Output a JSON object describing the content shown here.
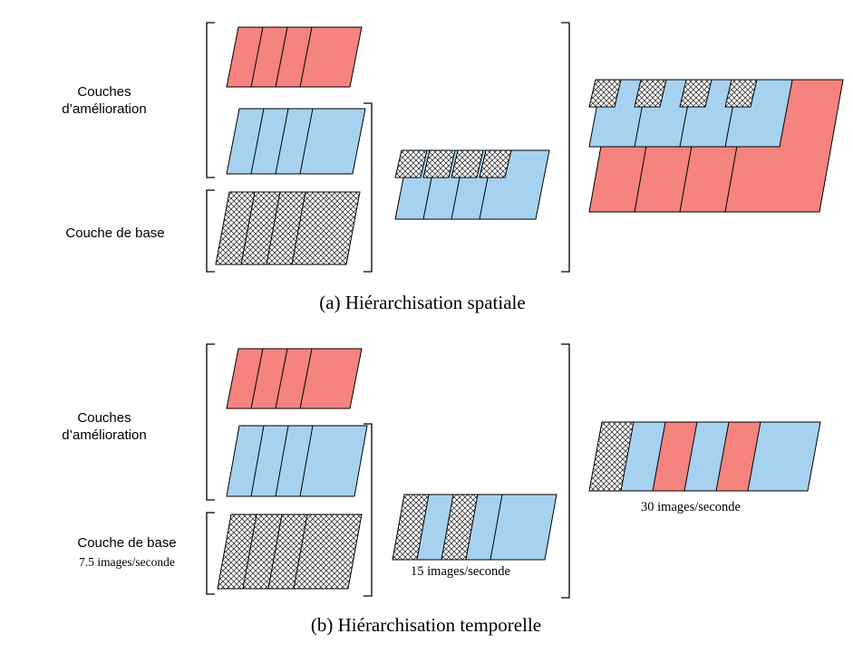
{
  "figure_title": "Hierarchisation figure",
  "colors": {
    "red": "#F5837E",
    "blue": "#A6D2F0",
    "white": "#FFFFFF",
    "outline": "#000000",
    "hatch_line": "#1a1a1a"
  },
  "sections": {
    "a": {
      "enhancement_label_line1": "Couches",
      "enhancement_label_line2": "d’amélioration",
      "base_label": "Couche de base",
      "caption": "(a) Hiérarchisation spatiale",
      "stacks": {
        "enhancement2": {
          "pattern": [
            "red",
            "red",
            "red",
            "red"
          ]
        },
        "enhancement1": {
          "pattern": [
            "blue",
            "blue",
            "blue",
            "blue"
          ]
        },
        "base": {
          "pattern": [
            "hatch",
            "hatch",
            "hatch",
            "hatch"
          ]
        },
        "combined_mid": {
          "count": 4,
          "layers": [
            "blue",
            "hatch"
          ]
        },
        "combined_full": {
          "count": 4,
          "layers": [
            "red",
            "blue",
            "hatch"
          ]
        }
      }
    },
    "b": {
      "enhancement_label_line1": "Couches",
      "enhancement_label_line2": "d’amélioration",
      "base_label": "Couche de base",
      "base_fps_label": "7.5 images/seconde",
      "mid_fps_label": "15 images/seconde",
      "full_fps_label": "30 images/seconde",
      "caption": "(b) Hiérarchisation temporelle",
      "stacks": {
        "enhancement2": {
          "pattern": [
            "red",
            "red",
            "red",
            "red"
          ]
        },
        "enhancement1": {
          "pattern": [
            "blue",
            "blue",
            "blue",
            "blue"
          ]
        },
        "base": {
          "pattern": [
            "hatch",
            "hatch",
            "hatch",
            "hatch"
          ]
        },
        "combined_mid": {
          "pattern": [
            "hatch",
            "blue",
            "hatch",
            "blue",
            "blue"
          ]
        },
        "combined_full": {
          "pattern": [
            "hatch",
            "blue",
            "red",
            "blue",
            "red",
            "blue"
          ]
        }
      }
    }
  }
}
